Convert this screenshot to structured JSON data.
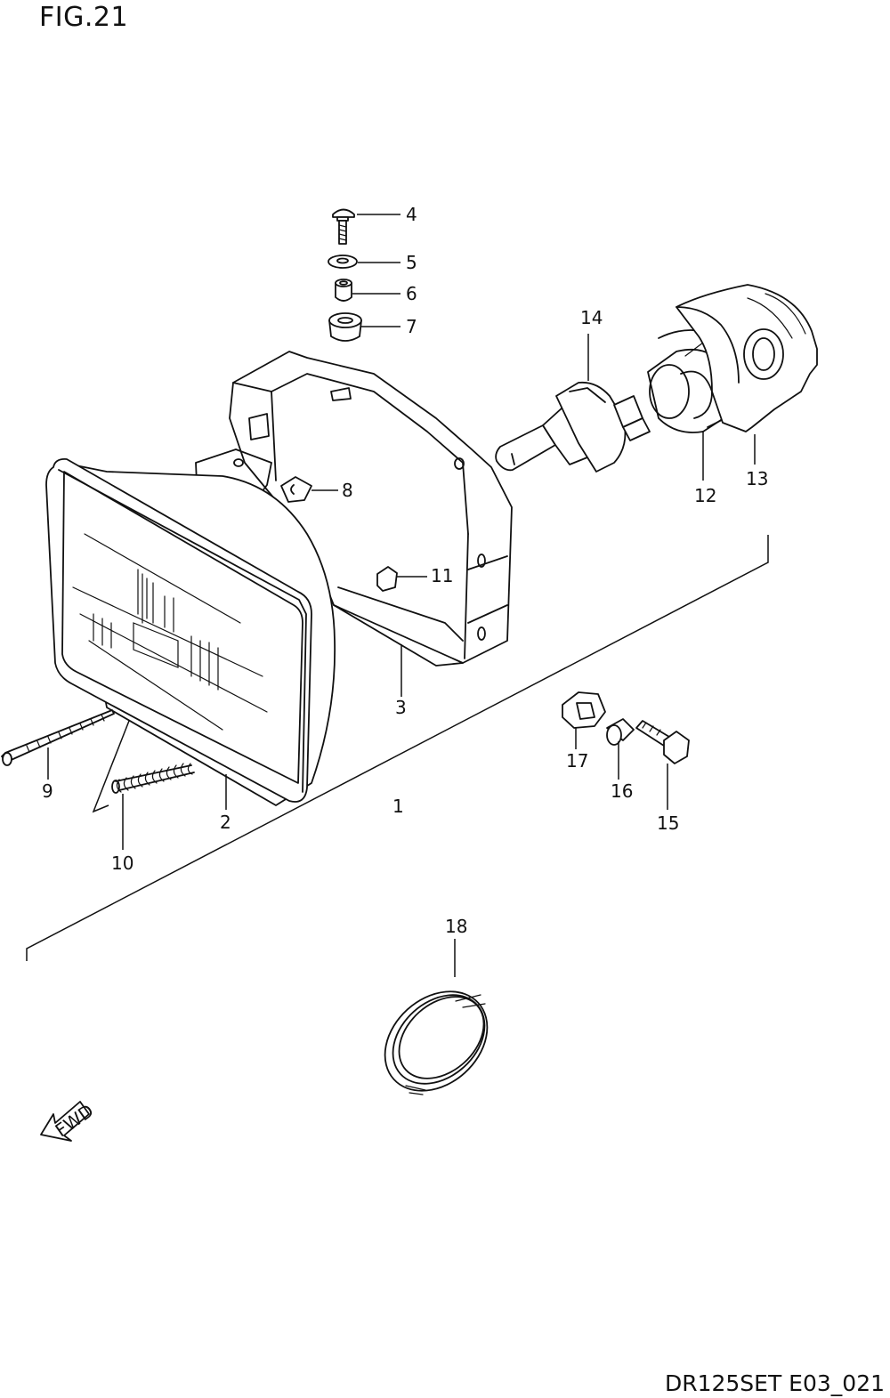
{
  "figure": {
    "title": "FIG.21",
    "code": "DR125SET E03_021"
  },
  "callouts": [
    "1",
    "2",
    "3",
    "4",
    "5",
    "6",
    "7",
    "8",
    "9",
    "10",
    "11",
    "12",
    "13",
    "14",
    "15",
    "16",
    "17",
    "18"
  ],
  "fwd_label": "FWD"
}
